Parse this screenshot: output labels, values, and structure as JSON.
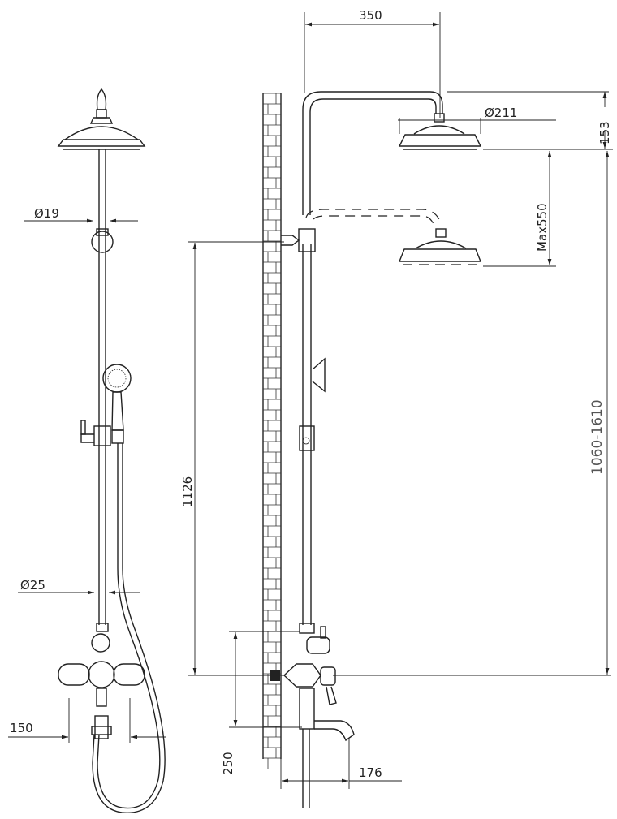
{
  "title": "Shower system dimension drawing",
  "dimensions": {
    "arm_length": "350",
    "head_diameter": "Ø211",
    "head_height": "153",
    "max_adjust": "Max550",
    "height_range": "1060-1610",
    "rail_diameter": "Ø19",
    "pipe_diameter": "Ø25",
    "bracket_height": "1126",
    "mixer_centers": "150",
    "spout_height": "250",
    "spout_projection": "176"
  }
}
